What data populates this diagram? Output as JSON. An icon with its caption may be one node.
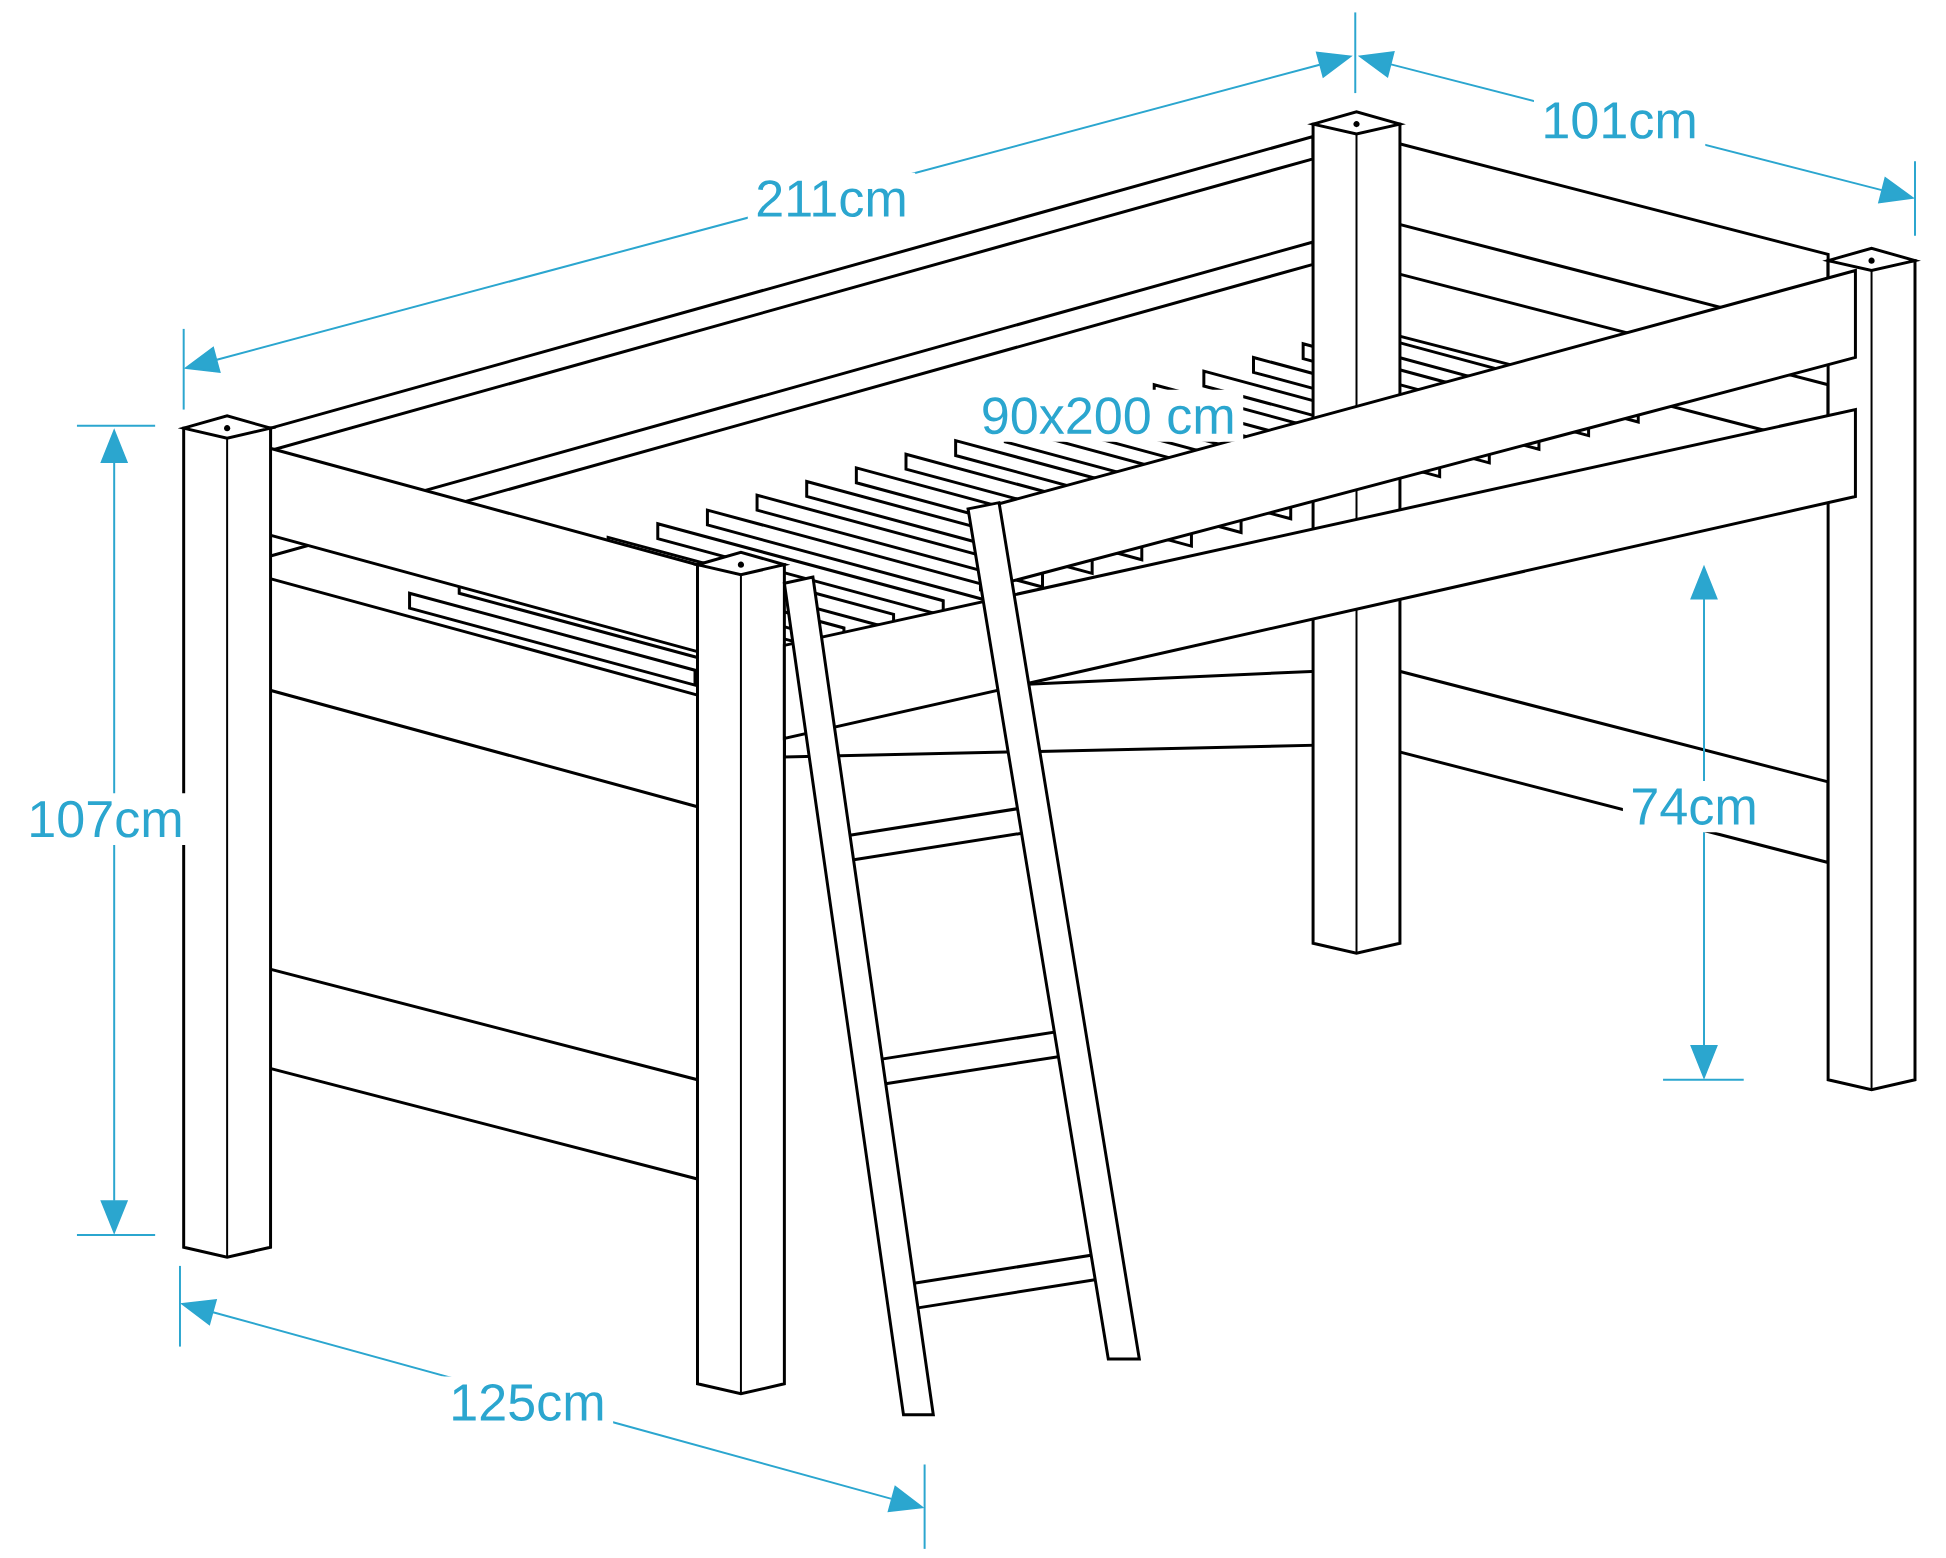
{
  "diagram": {
    "labels": [
      "211cm",
      "101cm",
      "90x200 cm",
      "107cm",
      "74cm",
      "125cm"
    ]
  }
}
